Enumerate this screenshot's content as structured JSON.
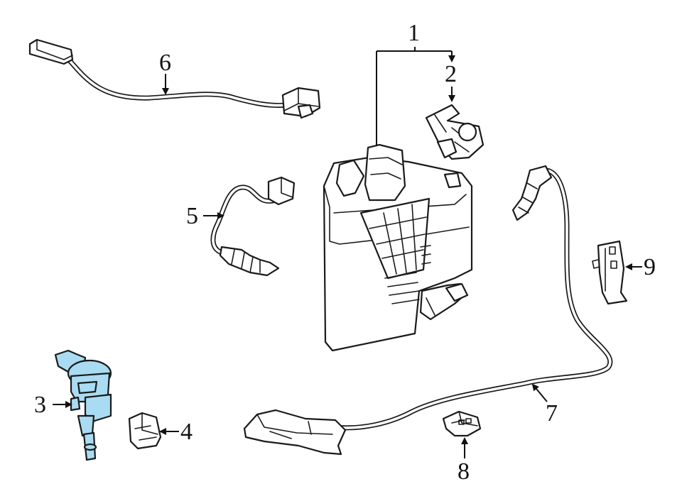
{
  "diagram": {
    "highlight_color": "#a9dcf2",
    "labels": {
      "l1": "1",
      "l2": "2",
      "l3": "3",
      "l4": "4",
      "l5": "5",
      "l6": "6",
      "l7": "7",
      "l8": "8",
      "l9": "9"
    }
  }
}
